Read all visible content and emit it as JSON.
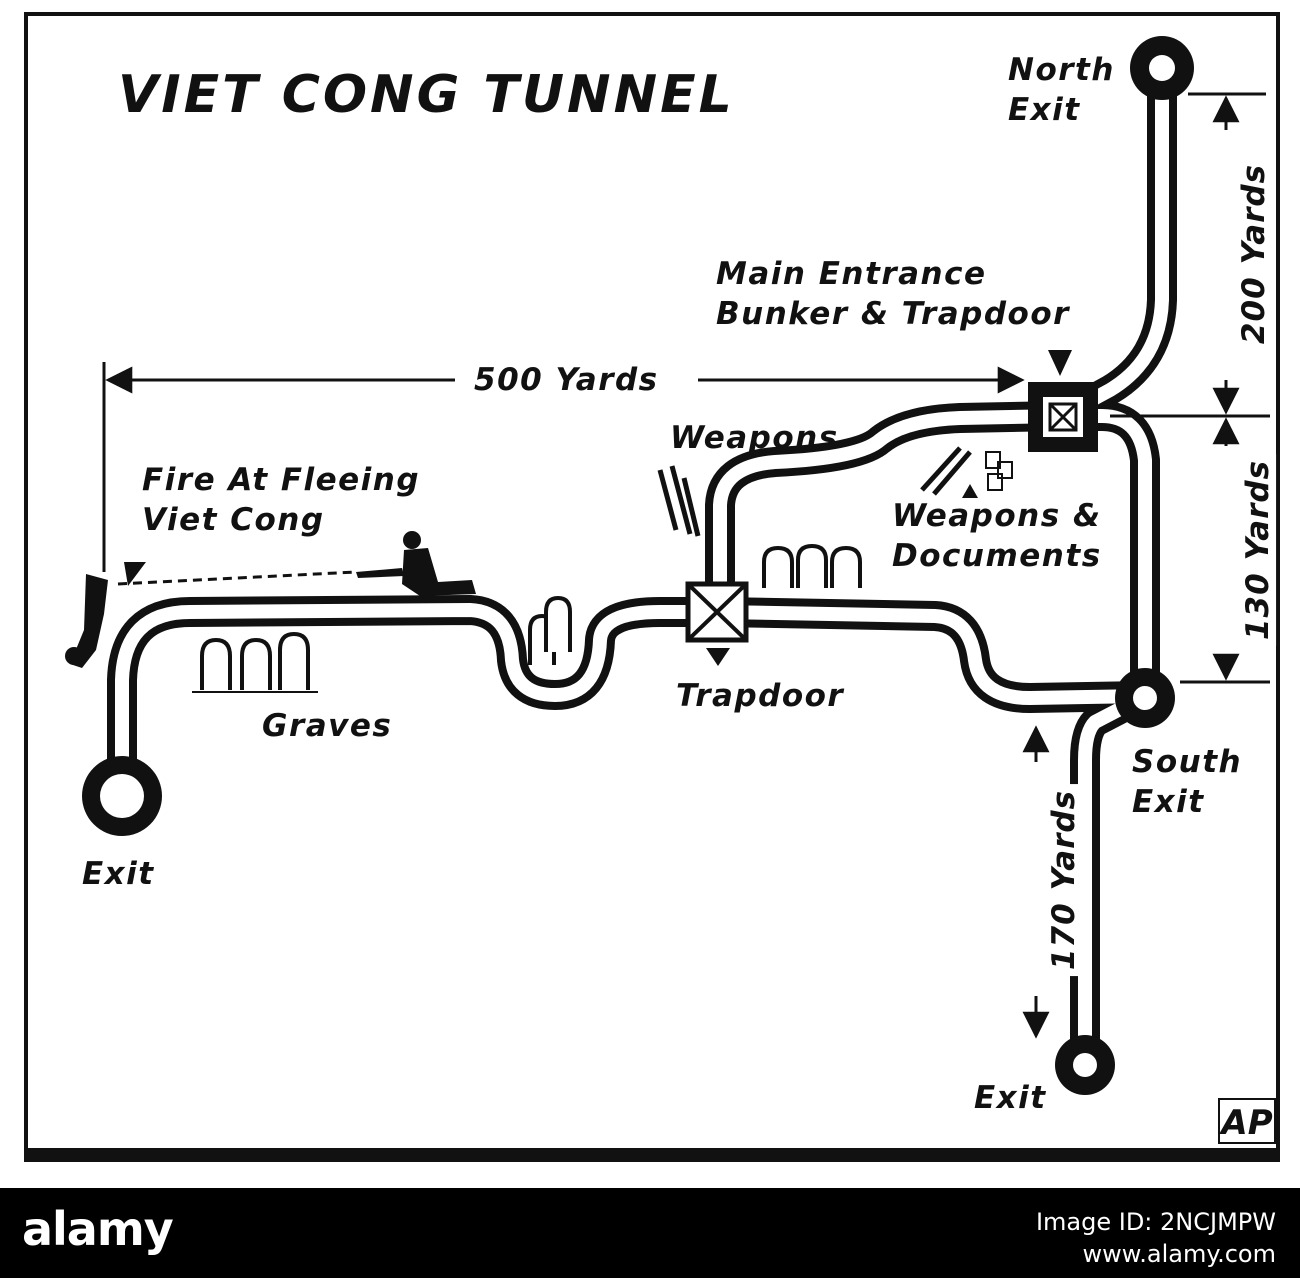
{
  "title": "VIET CONG TUNNEL",
  "labels": {
    "north_exit": "North\nExit",
    "main_entrance": "Main Entrance\nBunker & Trapdoor",
    "weapons": "Weapons",
    "weapons_documents": "Weapons &\nDocuments",
    "fire_at_fleeing": "Fire At Fleeing\nViet Cong",
    "trapdoor": "Trapdoor",
    "graves": "Graves",
    "exit_left": "Exit",
    "south_exit": "South\nExit",
    "exit_bottom": "Exit"
  },
  "distances": {
    "horizontal": "500 Yards",
    "north_segment": "200 Yards",
    "middle_segment": "130 Yards",
    "south_segment": "170 Yards"
  },
  "credit": "AP",
  "footer": {
    "brand": "alamy",
    "image_id": "Image ID: 2NCJMPW",
    "url": "www.alamy.com"
  }
}
